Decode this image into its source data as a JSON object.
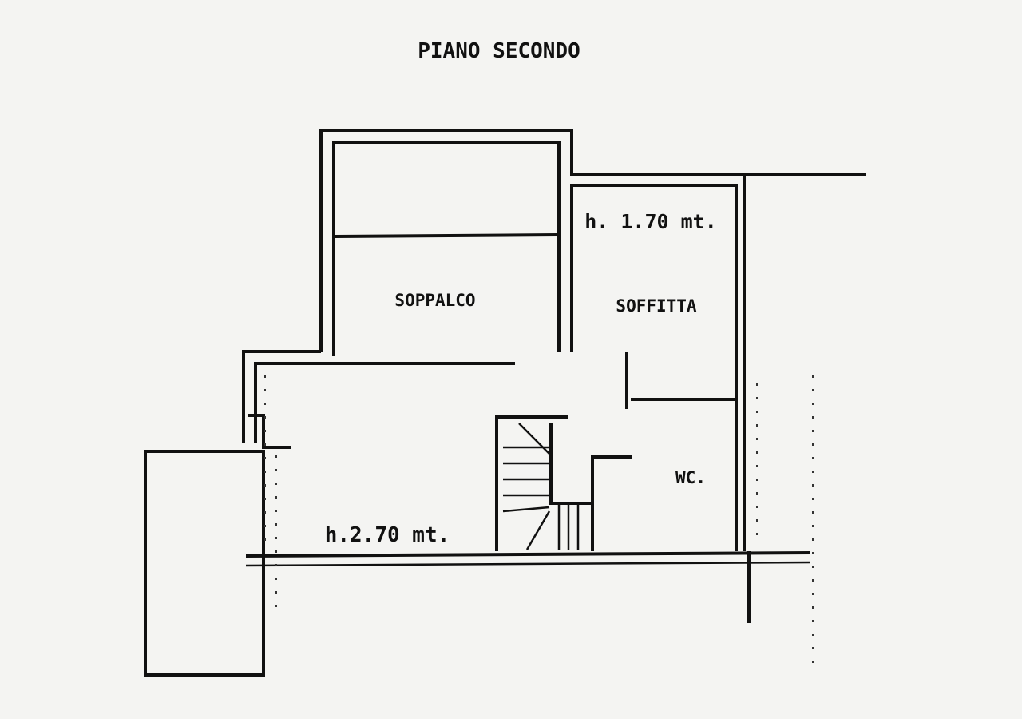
{
  "title": "PIANO SECONDO",
  "rooms": {
    "soppalco": "SOPPALCO",
    "soffitta": "SOFFITTA",
    "soffitta_height": "h. 1.70 mt.",
    "wc": "WC.",
    "main_height": "h.2.70 mt."
  },
  "colors": {
    "ink": "#111111",
    "paper": "#f4f4f2"
  }
}
